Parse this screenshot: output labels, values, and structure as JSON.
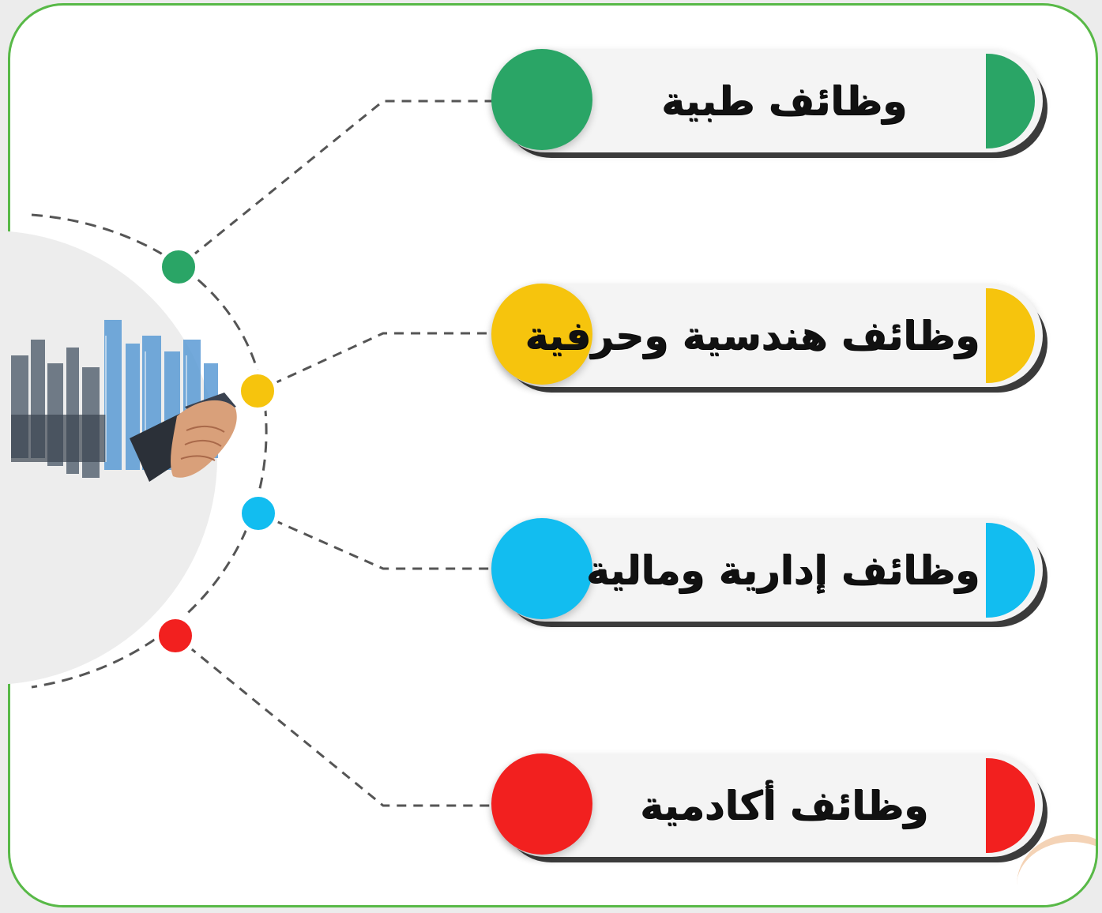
{
  "items": [
    {
      "label": "وظائف طبية",
      "color": "#2aa566"
    },
    {
      "label": "وظائف هندسية وحرفية",
      "color": "#f6c40d"
    },
    {
      "label": "وظائف إدارية ومالية",
      "color": "#12bdf0"
    },
    {
      "label": "وظائف أكادمية",
      "color": "#f2201f"
    }
  ],
  "colors": {
    "border": "#58b947",
    "connector": "#555555"
  }
}
